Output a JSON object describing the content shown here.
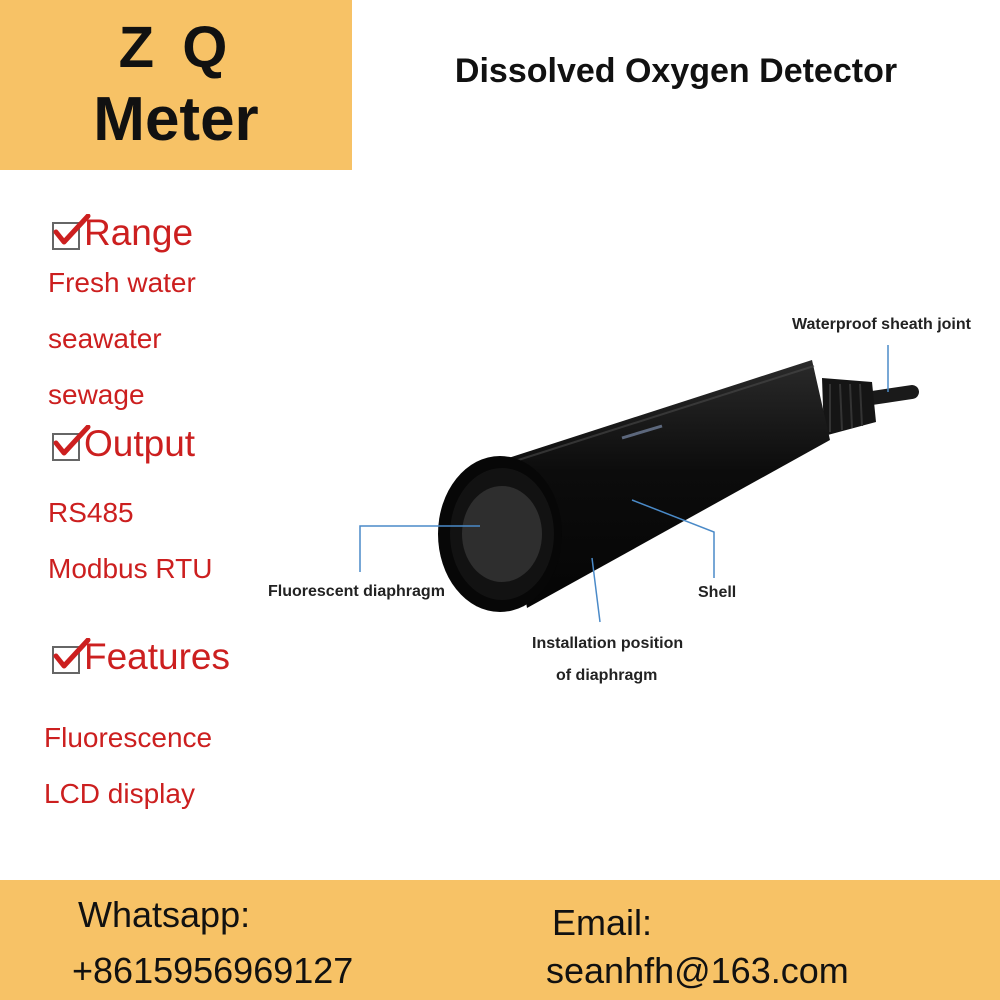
{
  "brand": {
    "line1": "Z Q",
    "line2": "Meter"
  },
  "title": "Dissolved Oxygen Detector",
  "sections": {
    "range": {
      "heading": "Range",
      "items": [
        "Fresh water",
        "seawater",
        "sewage"
      ]
    },
    "output": {
      "heading": "Output",
      "items": [
        "RS485",
        "Modbus RTU"
      ]
    },
    "features": {
      "heading": "Features",
      "items": [
        "Fluorescence",
        "LCD display"
      ]
    }
  },
  "callouts": {
    "waterproof": "Waterproof sheath joint",
    "fluorescent": "Fluorescent diaphragm",
    "shell": "Shell",
    "install_line1": "Installation position",
    "install_line2": "of diaphragm"
  },
  "contact": {
    "whatsapp_label": "Whatsapp:",
    "whatsapp_value": "+8615956969127",
    "email_label": "Email:",
    "email_value": "seanhfh@163.com"
  },
  "colors": {
    "accent": "#f7c266",
    "text_red": "#cc1f1f",
    "leader_line": "#4a8ac8"
  }
}
